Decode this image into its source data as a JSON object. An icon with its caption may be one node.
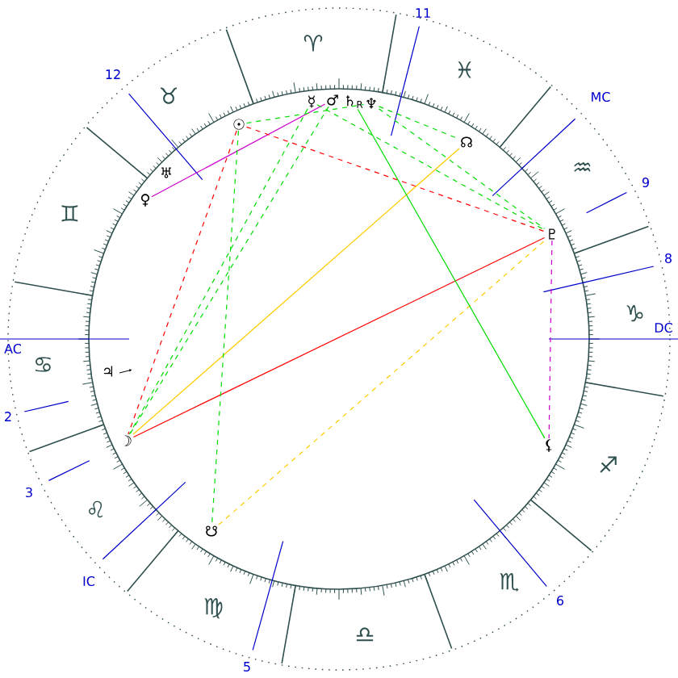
{
  "diagram": {
    "nodes": [
      {
        "text": [
          "☉"
        ]
      },
      {
        "text": [
          "♅"
        ]
      },
      {
        "text": [
          "♀"
        ]
      },
      {
        "text": [
          "☿"
        ]
      },
      {
        "text": [
          "♂"
        ]
      },
      {
        "text": [
          "♄$_{R}$"
        ]
      },
      {
        "text": [
          "♆"
        ]
      },
      {
        "text": [
          "☊"
        ]
      },
      {
        "text": [
          "♇"
        ]
      },
      {
        "text": [
          "⚸"
        ]
      },
      {
        "text": [
          "☽"
        ]
      },
      {
        "text": [
          "♃"
        ]
      },
      {
        "text": [
          "☋"
        ]
      }
    ],
    "edges": [
      {
        "from": 2,
        "to": 4,
        "arrow": "none",
        "color": "#cc00cc"
      },
      {
        "from": 8,
        "to": 9,
        "arrow": "none",
        "style": "dashed",
        "color": "#cc00cc"
      },
      {
        "from": 10,
        "to": 8,
        "arrow": "none",
        "color": "#ff0000"
      },
      {
        "from": 10,
        "to": 7,
        "arrow": "none",
        "color": "#ffcc00"
      },
      {
        "from": 12,
        "to": 8,
        "arrow": "none",
        "style": "dashed",
        "color": "#ffcc00"
      },
      {
        "from": 0,
        "to": 10,
        "arrow": "none",
        "style": "dashed",
        "color": "#ff0000"
      },
      {
        "from": 0,
        "to": 8,
        "arrow": "none",
        "style": "dashed",
        "color": "#ff0000"
      },
      {
        "from": 0,
        "to": 12,
        "arrow": "none",
        "style": "dashed",
        "color": "#00dd00"
      },
      {
        "from": 3,
        "to": 10,
        "arrow": "none",
        "style": "dashed",
        "color": "#00dd00"
      },
      {
        "from": 4,
        "to": 10,
        "arrow": "none",
        "style": "dashed",
        "color": "#00dd00"
      },
      {
        "from": 5,
        "to": 9,
        "arrow": "none",
        "color": "#00dd00"
      },
      {
        "from": 3,
        "to": 8,
        "arrow": "none",
        "style": "dashed",
        "color": "#00dd00"
      },
      {
        "from": 6,
        "to": 8,
        "arrow": "none",
        "style": "dashed",
        "color": "#00dd00"
      },
      {
        "from": 0,
        "to": 6,
        "arrow": "none",
        "style": "dashed",
        "color": "#00dd00"
      },
      {
        "from": 6,
        "to": 7,
        "arrow": "none",
        "style": "dashed",
        "color": "#00dd00"
      }
    ],
    "labels": [
      "♈",
      "♉",
      "♊",
      "♋",
      "♌",
      "♍",
      "♎",
      "♏",
      "♐",
      "♑",
      "♒",
      "♓",
      "11",
      "12",
      "MC",
      "9",
      "8",
      "DC",
      "AC",
      "2",
      "3",
      "IC",
      "5",
      "6"
    ]
  }
}
